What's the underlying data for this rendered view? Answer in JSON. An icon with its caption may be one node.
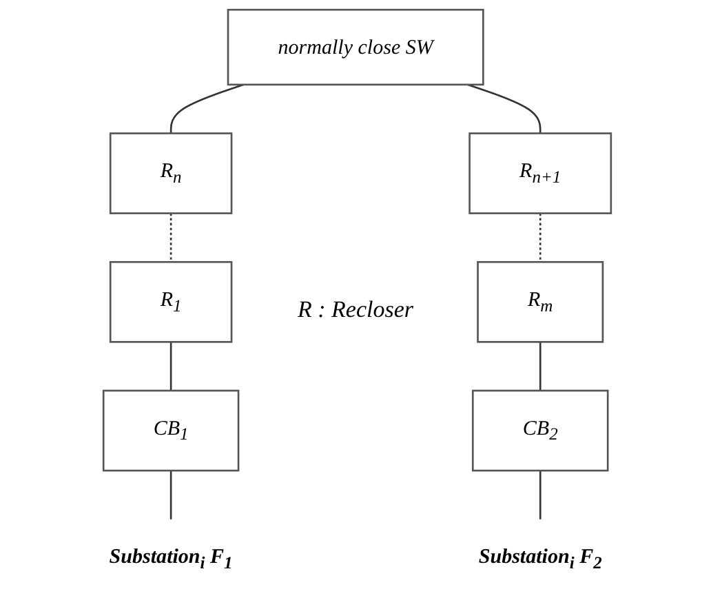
{
  "diagram": {
    "nodes": [
      {
        "text": [
          "normally close SW"
        ]
      },
      {
        "text": [
          "R$_{n}$"
        ]
      },
      {
        "text": [
          "R$_{n+1}$"
        ]
      },
      {
        "text": [
          "R$_{1}$"
        ]
      },
      {
        "text": [
          "R$_{m}$"
        ]
      },
      {
        "text": [
          "CB$_{1}$"
        ]
      },
      {
        "text": [
          "CB$_{2}$"
        ]
      },
      {
        "text": [
          "Substation$_{i}$ F$_{1}$"
        ]
      },
      {
        "text": [
          "Substation$_{i}$ F$_{2}$"
        ]
      }
    ],
    "edges": [
      {
        "from": 0,
        "to": 1,
        "arrow": "none"
      },
      {
        "from": 0,
        "to": 2,
        "arrow": "none"
      },
      {
        "from": 1,
        "to": 3,
        "arrow": "none",
        "style": "dashed"
      },
      {
        "from": 2,
        "to": 4,
        "arrow": "none",
        "style": "dashed"
      },
      {
        "from": 3,
        "to": 5,
        "arrow": "none"
      },
      {
        "from": 4,
        "to": 6,
        "arrow": "none"
      },
      {
        "from": 5,
        "to": 7,
        "arrow": "none"
      },
      {
        "from": 6,
        "to": 8,
        "arrow": "none"
      }
    ],
    "labels": [
      "R : Recloser"
    ]
  }
}
